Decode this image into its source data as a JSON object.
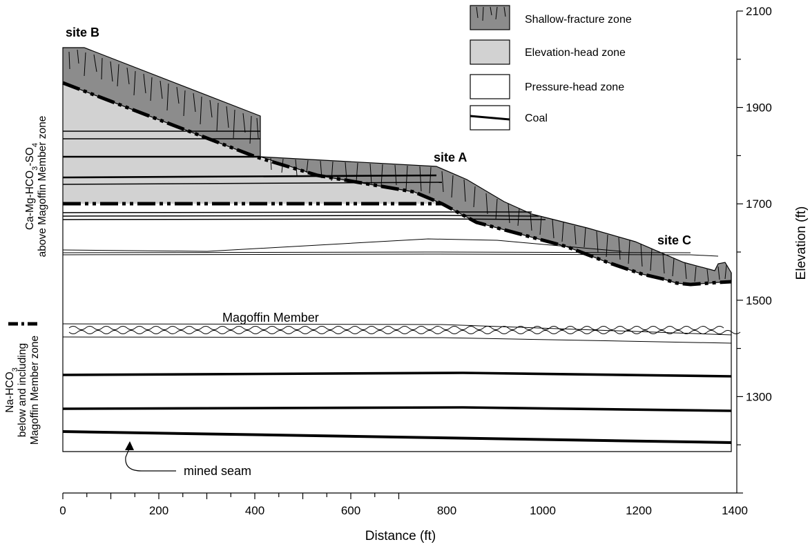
{
  "colors": {
    "shallow_fracture": "#8c8c8c",
    "elevation_head": "#d2d2d2",
    "pressure_head": "#ffffff",
    "line": "#000000"
  },
  "legend": {
    "shallow_fracture": "Shallow-fracture zone",
    "elevation_head": "Elevation-head zone",
    "pressure_head": "Pressure-head zone",
    "coal": "Coal"
  },
  "sites": {
    "b": "site B",
    "a": "site A",
    "c": "site C"
  },
  "labels": {
    "magoffin_member": "Magoffin Member",
    "mined_seam": "mined seam"
  },
  "zones": {
    "upper": {
      "line1": "Ca-Mg-HCO",
      "sub1": "3",
      "mid": "-SO",
      "sub2": "4",
      "line2": "above Magoffin Member zone"
    },
    "lower": {
      "line1": "Na-HCO",
      "sub1": "3",
      "line2": "below and including",
      "line3": "Magoffin Member zone"
    }
  },
  "axes": {
    "x": {
      "title": "Distance (ft)",
      "ticks": [
        "0",
        "200",
        "400",
        "600",
        "800",
        "1000",
        "1200",
        "1400"
      ]
    },
    "y": {
      "title": "Elevation (ft)",
      "ticks": [
        "2100",
        "1900",
        "1700",
        "1500",
        "1300"
      ]
    }
  }
}
